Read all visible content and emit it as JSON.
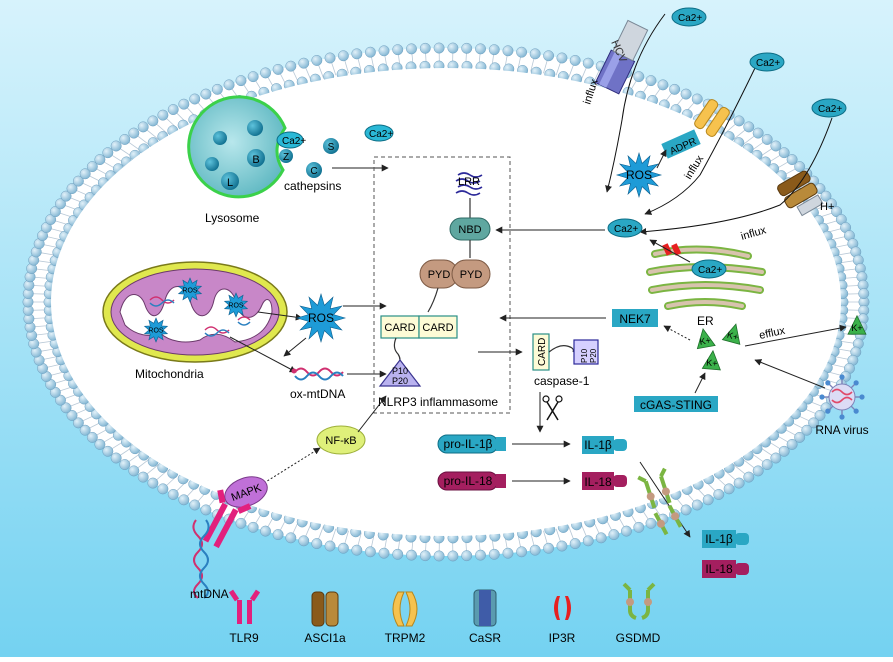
{
  "lysosome": {
    "label": "Lysosome",
    "cathepsins": "cathepsins",
    "letters": [
      "B",
      "L",
      "Z",
      "S",
      "C"
    ],
    "ca": "Ca2+"
  },
  "mito": {
    "label": "Mitochondria",
    "ros": "ROS",
    "oxmtdna": "ox-mtDNA"
  },
  "ros_main": "ROS",
  "ros_upper": "ROS",
  "inflammasome": {
    "lrr": "LRR",
    "nbd": "NBD",
    "pyd": "PYD",
    "card": "CARD",
    "p10": "P10",
    "p20": "P20",
    "label": "NLRP3 inflammasome"
  },
  "caspase": {
    "card": "CARD",
    "p10": "P10",
    "p20": "P20",
    "label": "caspase-1"
  },
  "cytokines": {
    "pro_il1b": "pro-IL-1β",
    "il1b": "IL-1β",
    "pro_il18": "pro-IL-18",
    "il18": "IL-18"
  },
  "ca_labels": {
    "ca_in": "Ca2+",
    "ca_er": "Ca2+",
    "ca_out1": "Ca2+",
    "ca_out2": "Ca2+",
    "ca_out3": "Ca2+",
    "ca_lyso": "Ca2+"
  },
  "channels": {
    "hcv": "HCV",
    "adpr": "ADPR",
    "h_plus": "H+"
  },
  "influx": [
    "influx",
    "influx",
    "influx"
  ],
  "er": "ER",
  "nek7": "NEK7",
  "potassium": {
    "k": "K+",
    "efflux": "efflux"
  },
  "cgas": "cGAS-STING",
  "rna_virus": "RNA virus",
  "nfkb": "NF-κB",
  "mapk": "MAPK",
  "mtdna": "mtDNA",
  "secreted": {
    "il1b": "IL-1β",
    "il18": "IL-18"
  },
  "legend": [
    {
      "name": "TLR9"
    },
    {
      "name": "ASCI1a"
    },
    {
      "name": "TRPM2"
    },
    {
      "name": "CaSR"
    },
    {
      "name": "IP3R"
    },
    {
      "name": "GSDMD"
    }
  ],
  "colors": {
    "background_top": "#c9eefa",
    "background_bottom": "#6fd0f0",
    "membrane_head": "#9ec7de",
    "cytoplasm": "#ffffff",
    "teal": "#2aa7c4",
    "ros_blue": "#1e9bd7",
    "nbd": "#5fa7a0",
    "pyd": "#c49a80",
    "card_fill": "#fdfbd6",
    "triangle": "#b9b2ef",
    "maroon": "#a41f5f",
    "green_k": "#3bb14a",
    "mito_outer": "#d9e24a",
    "mito_inner": "#c887c8",
    "er_green": "#7bb542",
    "er_fill": "#d8c3ad",
    "nfkb": "#dff07a",
    "mapk": "#c070d8",
    "tlr9": "#e2207d"
  }
}
